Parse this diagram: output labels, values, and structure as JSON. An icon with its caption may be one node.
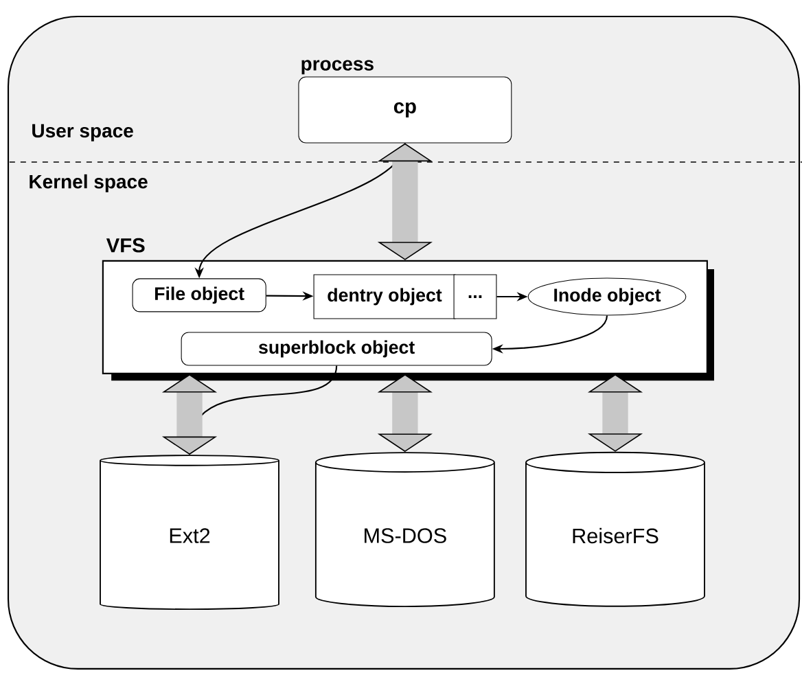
{
  "diagram": {
    "nodes": [
      {
        "text": [
          "process",
          "cp"
        ]
      },
      {
        "text": [
          "VFS"
        ]
      },
      {
        "text": [
          "File object"
        ],
        "in": 1
      },
      {
        "text": [
          "dentry object"
        ],
        "in": 1
      },
      {
        "text": [
          "..."
        ],
        "in": 1
      },
      {
        "text": [
          "Inode object"
        ],
        "in": 1
      },
      {
        "text": [
          "superblock object"
        ],
        "in": 1
      },
      {
        "text": [
          "Ext2"
        ]
      },
      {
        "text": [
          "MS-DOS"
        ]
      },
      {
        "text": [
          "ReiserFS"
        ]
      }
    ],
    "edges": [
      {
        "from": 0,
        "to": 2,
        "arrow": "to"
      },
      {
        "from": 0,
        "to": 1,
        "arrow": "both",
        "style": "thick",
        "color": "#c7c7c7"
      },
      {
        "from": 2,
        "to": 3,
        "arrow": "to"
      },
      {
        "from": 4,
        "to": 5,
        "arrow": "to"
      },
      {
        "from": 5,
        "to": 6,
        "arrow": "to"
      },
      {
        "from": 6,
        "to": 7,
        "arrow": "to"
      },
      {
        "from": 1,
        "to": 7,
        "arrow": "both",
        "style": "thick",
        "color": "#c7c7c7"
      },
      {
        "from": 1,
        "to": 8,
        "arrow": "both",
        "style": "thick",
        "color": "#c7c7c7"
      },
      {
        "from": 1,
        "to": 9,
        "arrow": "both",
        "style": "thick",
        "color": "#c7c7c7"
      }
    ],
    "labels": [
      "User space",
      "Kernel space"
    ]
  }
}
